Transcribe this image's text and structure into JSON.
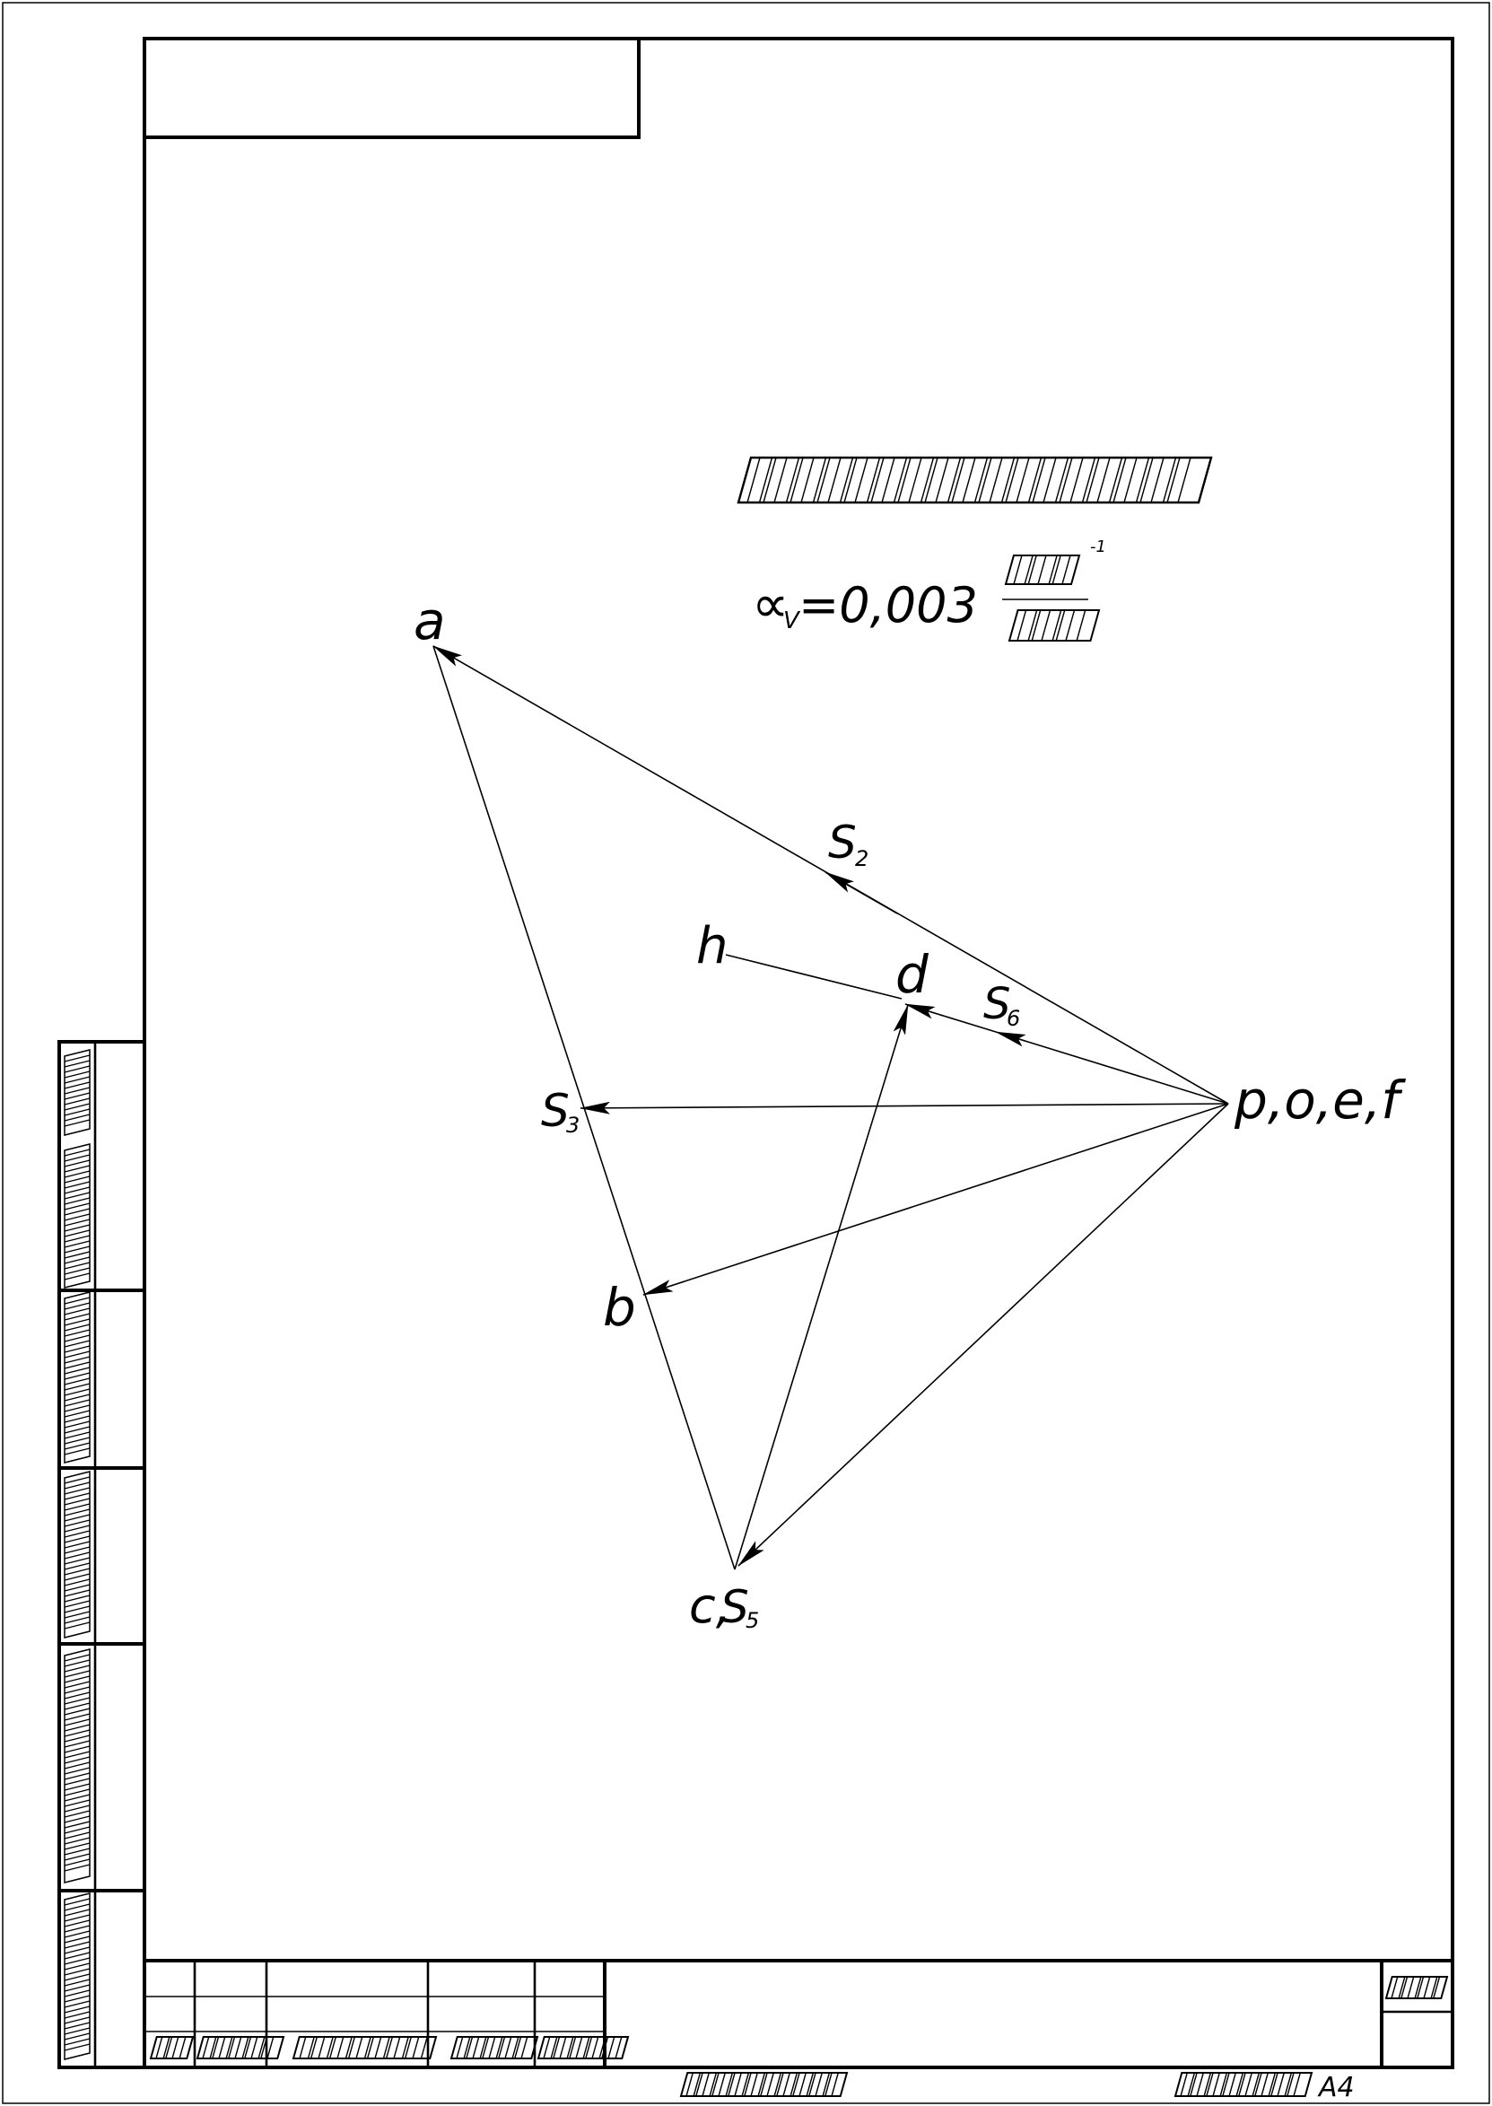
{
  "diagram": {
    "scale_factor": {
      "symbol": "∝",
      "subscript": "V",
      "value": "=0,003",
      "unit_exponent": "-1"
    },
    "points": {
      "a": "a",
      "b": "b",
      "c": "c,",
      "c_s5": "S",
      "c_s5_sub": "5",
      "d": "d",
      "h": "h",
      "pole": "p,o,e,f"
    },
    "vectors": {
      "s2": "S",
      "s2_sub": "2",
      "s3": "S",
      "s3_sub": "3",
      "s6": "S",
      "s6_sub": "6"
    }
  },
  "title_block": {
    "format": "A4"
  }
}
